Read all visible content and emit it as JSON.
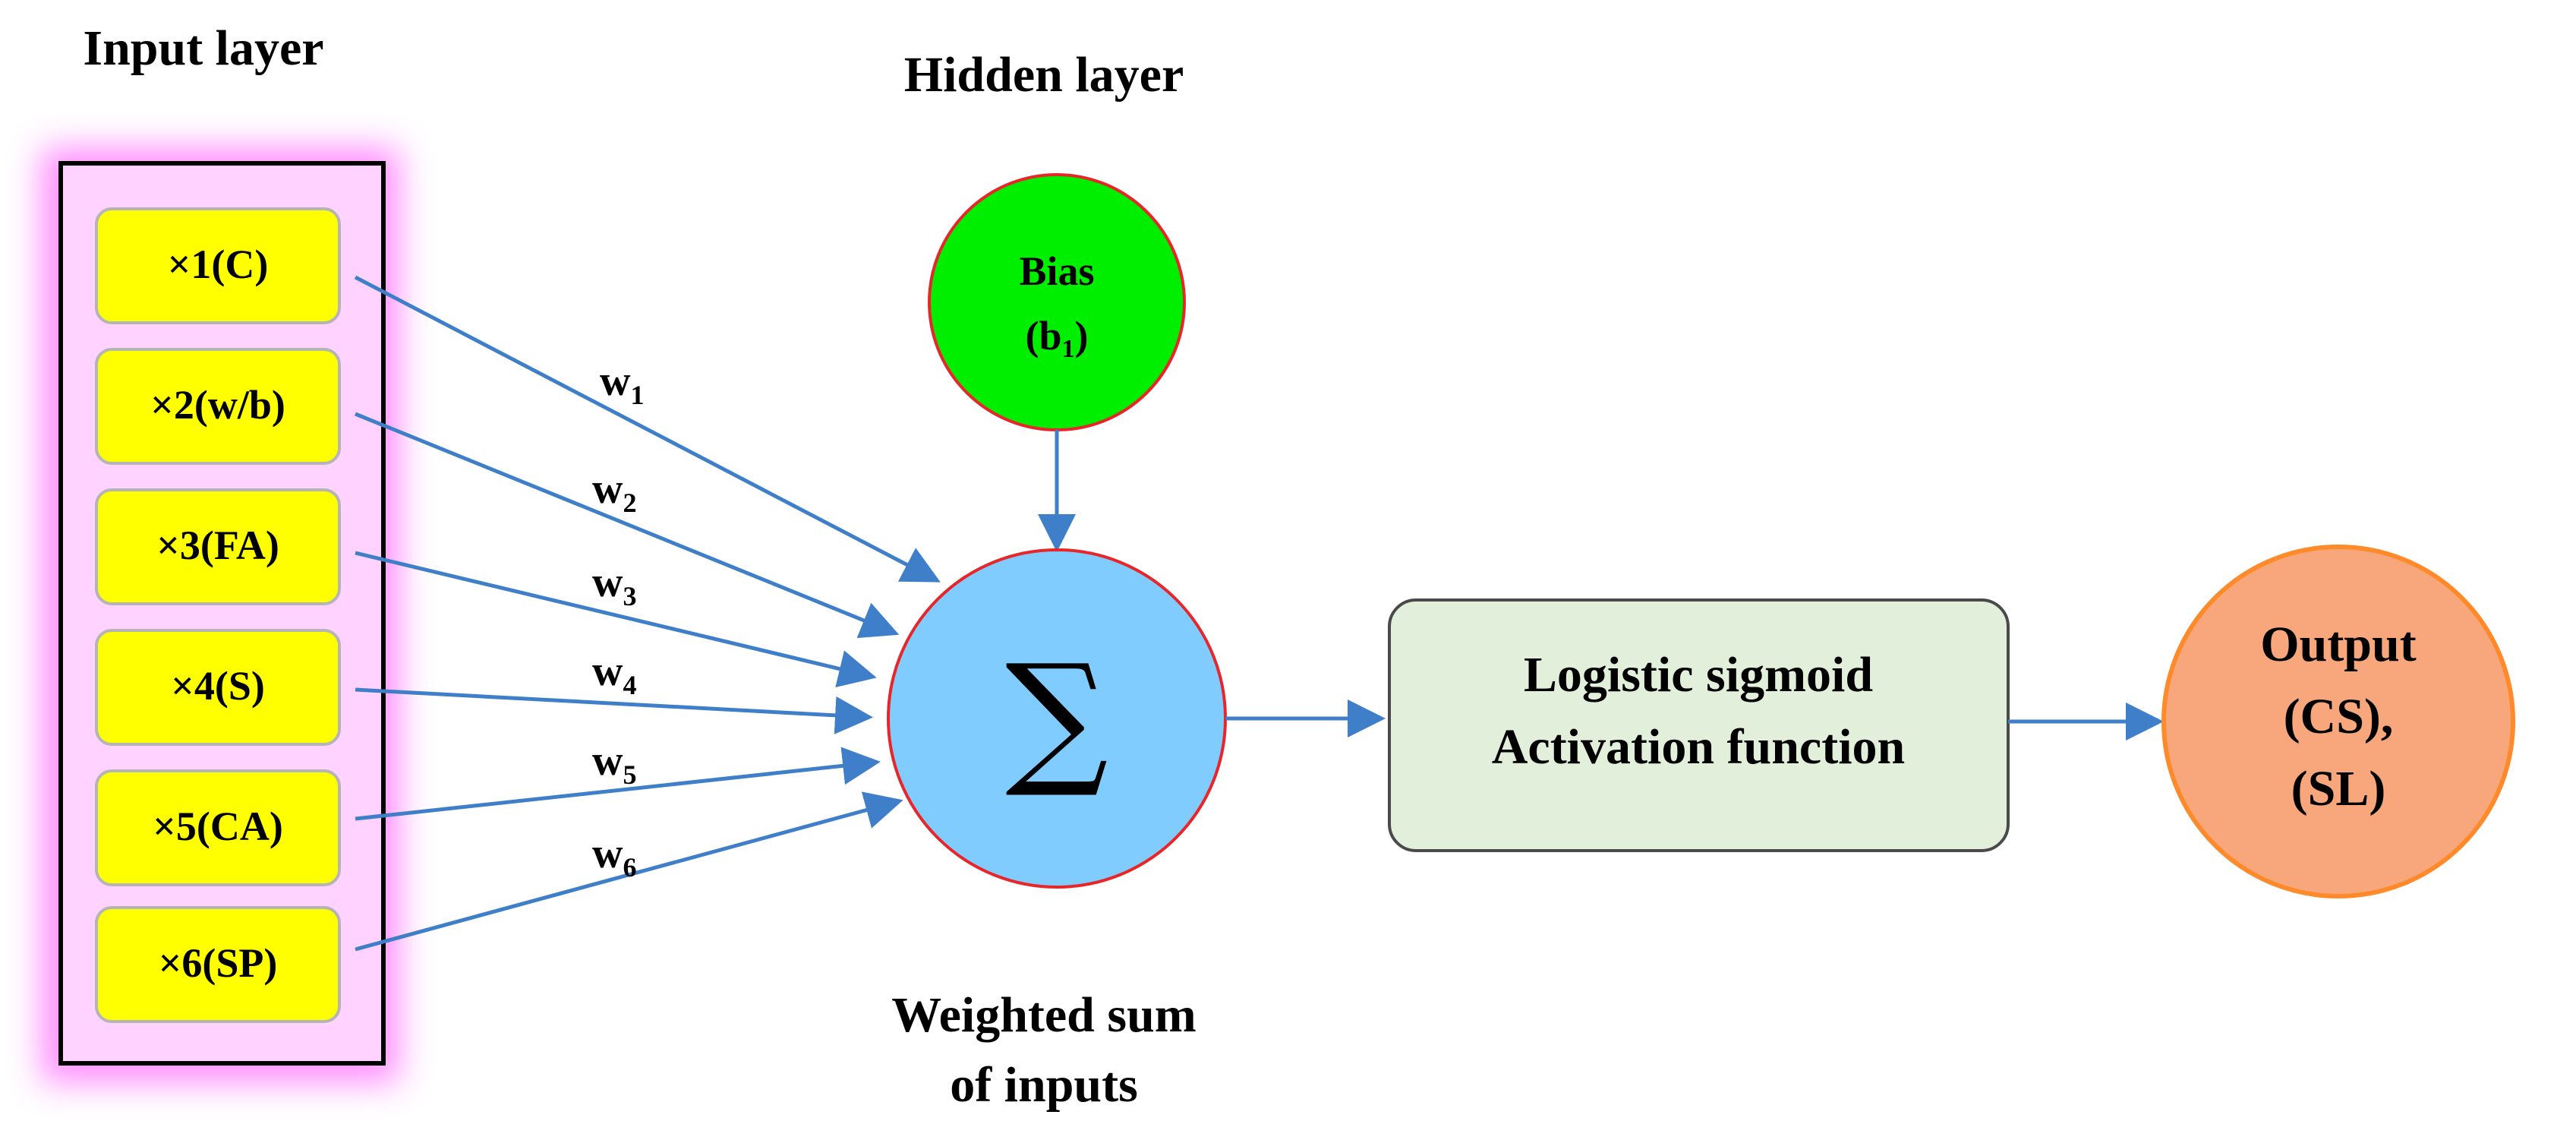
{
  "labels": {
    "input_layer": "Input layer",
    "hidden_layer": "Hidden layer",
    "weighted_sum_line1": "Weighted sum",
    "weighted_sum_line2": "of inputs"
  },
  "inputs": [
    {
      "label": "×1(C)",
      "weight": "w",
      "weight_sub": "1"
    },
    {
      "label": "×2(w/b)",
      "weight": "w",
      "weight_sub": "2"
    },
    {
      "label": "×3(FA)",
      "weight": "w",
      "weight_sub": "3"
    },
    {
      "label": "×4(S)",
      "weight": "w",
      "weight_sub": "4"
    },
    {
      "label": "×5(CA)",
      "weight": "w",
      "weight_sub": "5"
    },
    {
      "label": "×6(SP)",
      "weight": "w",
      "weight_sub": "6"
    }
  ],
  "bias": {
    "line1": "Bias",
    "line2_prefix": "(b",
    "line2_sub": "1",
    "line2_suffix": ")"
  },
  "summation": {
    "symbol": "∑"
  },
  "activation": {
    "line1": "Logistic sigmoid",
    "line2": "Activation function"
  },
  "output": {
    "line1": "Output",
    "line2": "(CS),",
    "line3": "(SL)"
  },
  "colors": {
    "input_box_fill": "#ffff00",
    "input_glow": "#ff66ff",
    "bias_fill": "#00ee00",
    "sum_fill": "#80ccff",
    "activation_fill": "#e2efda",
    "output_fill": "#f8a77c",
    "output_stroke": "#ff8a2a",
    "arrow": "#3f7fca",
    "circle_stroke": "#e8262a"
  }
}
